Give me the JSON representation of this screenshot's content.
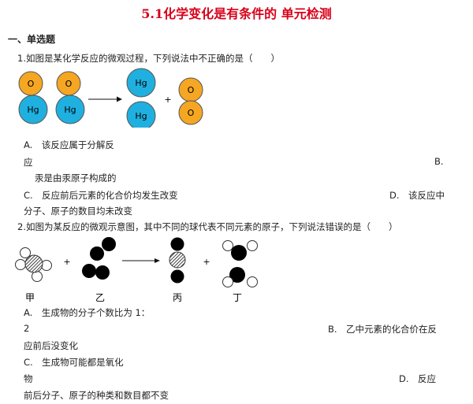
{
  "title": "5.1化学变化是有条件的 单元检测",
  "section": "一、单选题",
  "q1": {
    "stem": "1.如图是某化学反应的微观过程，下列说法中不正确的是（　　）",
    "figure": {
      "o": "O",
      "hg": "Hg",
      "plus": "+"
    },
    "optA_1": "A.　该反应属于分解反",
    "optA_2": "应",
    "optB_label": "B.",
    "optB_text": "汞是由汞原子构成的",
    "optC": "C.　反应前后元素的化合价均发生改变",
    "optD_1": "D.　该反应中",
    "optD_2": "分子、原子的数目均未改变"
  },
  "q2": {
    "stem": "2.如图为某反应的微观示意图，其中不同的球代表不同元素的原子，下列说法错误的是（　　）",
    "figure": {
      "labels": [
        "甲",
        "乙",
        "丙",
        "丁"
      ],
      "plus": "+"
    },
    "optA_1": "A.　生成物的分子个数比为 1：",
    "optA_2": "2",
    "optB": "B.　乙中元素的化合价在反",
    "optB_2": "应前后没变化",
    "optC_1": "C.　生成物可能都是氧化",
    "optC_2": "物",
    "optD_1": "D.　反应",
    "optD_2": "前后分子、原子的种类和数目都不变"
  }
}
